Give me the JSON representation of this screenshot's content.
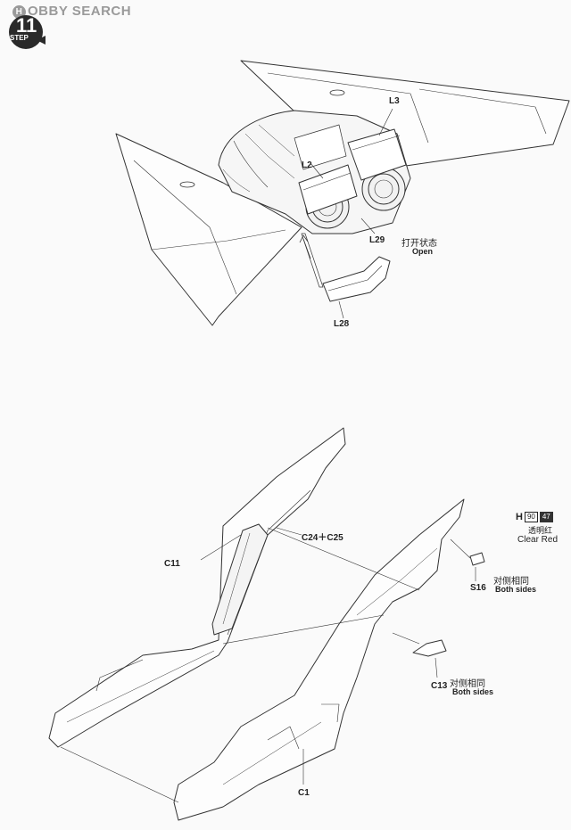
{
  "watermark": {
    "logo_letter": "H",
    "text": "OBBY SEARCH"
  },
  "step": {
    "number": "11",
    "label": "STEP"
  },
  "upper_diagram": {
    "labels": {
      "l3": "L3",
      "l2": "L2",
      "l29": "L29",
      "l28": "L28",
      "open_cn": "打开状态",
      "open_en": "Open"
    }
  },
  "lower_diagram": {
    "labels": {
      "c11": "C11",
      "c24_c25": "C24＋C25",
      "c1": "C1",
      "s16": "S16",
      "c13": "C13",
      "s16_both_cn": "对侧相同",
      "s16_both_en": "Both sides",
      "c13_both_cn": "对侧相同",
      "c13_both_en": "Both sides"
    },
    "paint": {
      "letter": "H",
      "code_1": "90",
      "code_2": "47",
      "name_cn": "透明红",
      "name_en": "Clear Red"
    }
  }
}
